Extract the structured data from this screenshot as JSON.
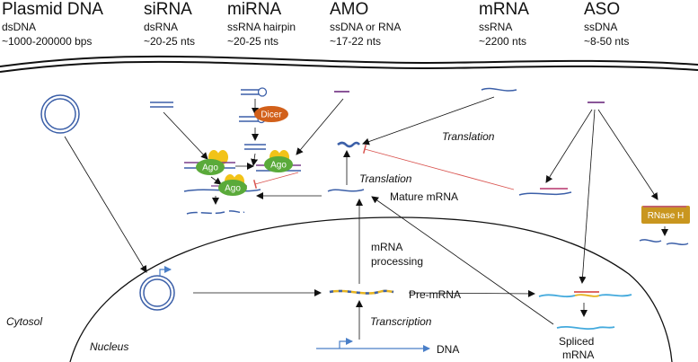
{
  "headers": [
    {
      "title": "Plasmid DNA",
      "type": "dsDNA",
      "size": "~1000-200000 bps"
    },
    {
      "title": "siRNA",
      "type": "dsRNA",
      "size": "~20-25 nts"
    },
    {
      "title": "miRNA",
      "type": "ssRNA hairpin",
      "size": "~20-25 nts"
    },
    {
      "title": "AMO",
      "type": "ssDNA or RNA",
      "size": "~17-22 nts"
    },
    {
      "title": "mRNA",
      "type": "ssRNA",
      "size": "~2200 nts"
    },
    {
      "title": "ASO",
      "type": "ssDNA",
      "size": "~8-50 nts"
    }
  ],
  "labels": {
    "translation_top": "Translation",
    "translation_mid": "Translation",
    "mature_mrna": "Mature mRNA",
    "mrna_processing_line1": "mRNA",
    "mrna_processing_line2": "processing",
    "pre_mrna": "Pre-mRNA",
    "transcription": "Transcription",
    "dna": "DNA",
    "cytosol": "Cytosol",
    "nucleus": "Nucleus",
    "spliced_line1": "Spliced",
    "spliced_line2": "mRNA",
    "dicer": "Dicer",
    "ago": "Ago",
    "rnase_h": "RNase H"
  },
  "colors": {
    "nucleic_blue": "#3b5fa8",
    "bright_blue": "#4a7fc8",
    "red_strand": "#c0392b",
    "purple_strand": "#7a3d8a",
    "ago_green": "#5aaa3a",
    "ago_yellow": "#f2c318",
    "dicer_orange": "#d2601a",
    "rnase_gold": "#c9961f",
    "pre_mrna_yellow": "#e6b422",
    "exon_cyan": "#44aadd",
    "inhibit_red": "#d9534f"
  }
}
